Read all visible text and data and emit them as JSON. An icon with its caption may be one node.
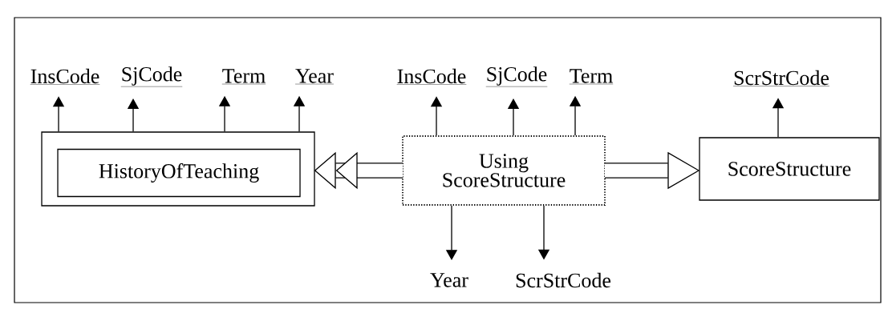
{
  "diagram": {
    "nodes": [
      {
        "text": [],
        "shape": "box"
      },
      {
        "text": [
          "HistoryOfTeaching"
        ],
        "in": 0
      },
      {
        "text": [
          "Using ScoreStructure"
        ]
      },
      {
        "text": [
          "ScoreStructure"
        ]
      },
      {
        "text": [
          "InsCode"
        ]
      },
      {
        "text": [
          "SjCode"
        ]
      },
      {
        "text": [
          "Term"
        ]
      },
      {
        "text": [
          "Year"
        ]
      },
      {
        "text": [
          "InsCode"
        ]
      },
      {
        "text": [
          "SjCode"
        ]
      },
      {
        "text": [
          "Term"
        ]
      },
      {
        "text": [
          "ScrStrCode"
        ]
      },
      {
        "text": [
          "Year"
        ]
      },
      {
        "text": [
          "ScrStrCode"
        ]
      }
    ],
    "edges": [
      {
        "from": 0,
        "to": 4,
        "arrow": "to"
      },
      {
        "from": 0,
        "to": 5,
        "arrow": "to"
      },
      {
        "from": 0,
        "to": 6,
        "arrow": "to"
      },
      {
        "from": 0,
        "to": 7,
        "arrow": "to"
      },
      {
        "from": 2,
        "to": 8,
        "arrow": "to"
      },
      {
        "from": 2,
        "to": 9,
        "arrow": "to"
      },
      {
        "from": 2,
        "to": 10,
        "arrow": "to"
      },
      {
        "from": 3,
        "to": 11,
        "arrow": "to"
      },
      {
        "from": 2,
        "to": 12,
        "arrow": "to"
      },
      {
        "from": 2,
        "to": 13,
        "arrow": "to"
      },
      {
        "from": 2,
        "to": 0,
        "arrow": "to",
        "style": "thick"
      },
      {
        "from": 2,
        "to": 3,
        "arrow": "to",
        "style": "thick"
      }
    ]
  }
}
